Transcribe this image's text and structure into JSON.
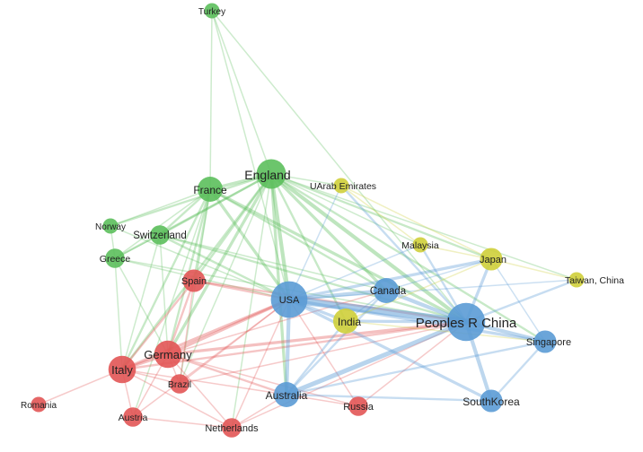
{
  "colors": {
    "green": "#5cbf5c",
    "red": "#e25555",
    "blue": "#5b9bd5",
    "yellow": "#cfcf3a",
    "purple": "#8a6fb8"
  },
  "nodes": [
    {
      "id": "turkey",
      "label": "Turkey",
      "cluster": "green",
      "weight": 1
    },
    {
      "id": "england",
      "label": "England",
      "cluster": "green",
      "weight": 6
    },
    {
      "id": "france",
      "label": "France",
      "cluster": "green",
      "weight": 4
    },
    {
      "id": "norway",
      "label": "Norway",
      "cluster": "green",
      "weight": 1
    },
    {
      "id": "switzerland",
      "label": "Switzerland",
      "cluster": "green",
      "weight": 2
    },
    {
      "id": "greece",
      "label": "Greece",
      "cluster": "green",
      "weight": 2
    },
    {
      "id": "uae",
      "label": "UArab Emirates",
      "cluster": "yellow",
      "weight": 1
    },
    {
      "id": "malaysia",
      "label": "Malaysia",
      "cluster": "yellow",
      "weight": 1
    },
    {
      "id": "japan",
      "label": "Japan",
      "cluster": "yellow",
      "weight": 3
    },
    {
      "id": "taiwan",
      "label": "Taiwan, China",
      "cluster": "yellow",
      "weight": 1
    },
    {
      "id": "india",
      "label": "India",
      "cluster": "yellow",
      "weight": 4
    },
    {
      "id": "spain",
      "label": "Spain",
      "cluster": "red",
      "weight": 3
    },
    {
      "id": "italy",
      "label": "Italy",
      "cluster": "red",
      "weight": 5
    },
    {
      "id": "germany",
      "label": "Germany",
      "cluster": "red",
      "weight": 5
    },
    {
      "id": "brazil",
      "label": "Brazil",
      "cluster": "red",
      "weight": 2
    },
    {
      "id": "romania",
      "label": "Romania",
      "cluster": "red",
      "weight": 1
    },
    {
      "id": "austria",
      "label": "Austria",
      "cluster": "red",
      "weight": 2
    },
    {
      "id": "netherlands",
      "label": "Netherlands",
      "cluster": "red",
      "weight": 2
    },
    {
      "id": "russia",
      "label": "Russia",
      "cluster": "red",
      "weight": 2
    },
    {
      "id": "usa",
      "label": "USA",
      "cluster": "blue",
      "weight": 10
    },
    {
      "id": "china",
      "label": "Peoples R China",
      "cluster": "blue",
      "weight": 11
    },
    {
      "id": "canada",
      "label": "Canada",
      "cluster": "blue",
      "weight": 4
    },
    {
      "id": "singapore",
      "label": "Singapore",
      "cluster": "blue",
      "weight": 3
    },
    {
      "id": "australia",
      "label": "Australia",
      "cluster": "blue",
      "weight": 4
    },
    {
      "id": "southkorea",
      "label": "SouthKorea",
      "cluster": "blue",
      "weight": 3
    }
  ],
  "edges": [
    [
      "turkey",
      "england",
      1
    ],
    [
      "turkey",
      "france",
      1
    ],
    [
      "turkey",
      "usa",
      1
    ],
    [
      "turkey",
      "china",
      1
    ],
    [
      "england",
      "france",
      3
    ],
    [
      "england",
      "switzerland",
      2
    ],
    [
      "england",
      "norway",
      2
    ],
    [
      "england",
      "greece",
      2
    ],
    [
      "england",
      "spain",
      2
    ],
    [
      "england",
      "italy",
      2
    ],
    [
      "england",
      "germany",
      3
    ],
    [
      "england",
      "usa",
      4
    ],
    [
      "england",
      "china",
      4
    ],
    [
      "england",
      "canada",
      3
    ],
    [
      "england",
      "australia",
      3
    ],
    [
      "england",
      "india",
      2
    ],
    [
      "england",
      "japan",
      2
    ],
    [
      "england",
      "singapore",
      2
    ],
    [
      "england",
      "uae",
      1
    ],
    [
      "england",
      "malaysia",
      1
    ],
    [
      "england",
      "taiwan",
      1
    ],
    [
      "england",
      "netherlands",
      1
    ],
    [
      "england",
      "brazil",
      1
    ],
    [
      "france",
      "switzerland",
      2
    ],
    [
      "france",
      "norway",
      1
    ],
    [
      "france",
      "greece",
      1
    ],
    [
      "france",
      "spain",
      2
    ],
    [
      "france",
      "italy",
      2
    ],
    [
      "france",
      "germany",
      2
    ],
    [
      "france",
      "usa",
      3
    ],
    [
      "france",
      "china",
      3
    ],
    [
      "france",
      "canada",
      2
    ],
    [
      "france",
      "austria",
      1
    ],
    [
      "france",
      "brazil",
      1
    ],
    [
      "switzerland",
      "greece",
      1
    ],
    [
      "switzerland",
      "italy",
      1
    ],
    [
      "switzerland",
      "germany",
      1
    ],
    [
      "switzerland",
      "usa",
      2
    ],
    [
      "switzerland",
      "china",
      2
    ],
    [
      "switzerland",
      "canada",
      1
    ],
    [
      "norway",
      "greece",
      1
    ],
    [
      "norway",
      "usa",
      1
    ],
    [
      "greece",
      "italy",
      1
    ],
    [
      "greece",
      "germany",
      1
    ],
    [
      "greece",
      "usa",
      1
    ],
    [
      "greece",
      "china",
      1
    ],
    [
      "spain",
      "italy",
      2
    ],
    [
      "spain",
      "germany",
      2
    ],
    [
      "spain",
      "usa",
      2
    ],
    [
      "spain",
      "china",
      2
    ],
    [
      "spain",
      "brazil",
      1
    ],
    [
      "italy",
      "germany",
      3
    ],
    [
      "italy",
      "romania",
      1
    ],
    [
      "italy",
      "austria",
      1
    ],
    [
      "italy",
      "usa",
      3
    ],
    [
      "italy",
      "china",
      2
    ],
    [
      "italy",
      "australia",
      1
    ],
    [
      "italy",
      "brazil",
      1
    ],
    [
      "italy",
      "netherlands",
      1
    ],
    [
      "germany",
      "brazil",
      1
    ],
    [
      "germany",
      "austria",
      1
    ],
    [
      "germany",
      "netherlands",
      1
    ],
    [
      "germany",
      "usa",
      3
    ],
    [
      "germany",
      "china",
      3
    ],
    [
      "germany",
      "australia",
      2
    ],
    [
      "germany",
      "russia",
      1
    ],
    [
      "germany",
      "canada",
      1
    ],
    [
      "brazil",
      "usa",
      1
    ],
    [
      "brazil",
      "china",
      1
    ],
    [
      "austria",
      "usa",
      1
    ],
    [
      "austria",
      "netherlands",
      1
    ],
    [
      "netherlands",
      "usa",
      1
    ],
    [
      "netherlands",
      "china",
      1
    ],
    [
      "netherlands",
      "australia",
      1
    ],
    [
      "russia",
      "usa",
      1
    ],
    [
      "russia",
      "china",
      1
    ],
    [
      "russia",
      "australia",
      1
    ],
    [
      "usa",
      "china",
      8
    ],
    [
      "usa",
      "canada",
      4
    ],
    [
      "usa",
      "australia",
      4
    ],
    [
      "usa",
      "india",
      3
    ],
    [
      "usa",
      "japan",
      3
    ],
    [
      "usa",
      "singapore",
      3
    ],
    [
      "usa",
      "southkorea",
      3
    ],
    [
      "usa",
      "uae",
      1
    ],
    [
      "usa",
      "malaysia",
      1
    ],
    [
      "usa",
      "taiwan",
      1
    ],
    [
      "china",
      "canada",
      4
    ],
    [
      "china",
      "australia",
      5
    ],
    [
      "china",
      "singapore",
      4
    ],
    [
      "china",
      "southkorea",
      4
    ],
    [
      "china",
      "japan",
      3
    ],
    [
      "china",
      "india",
      3
    ],
    [
      "china",
      "malaysia",
      2
    ],
    [
      "china",
      "taiwan",
      2
    ],
    [
      "china",
      "uae",
      2
    ],
    [
      "canada",
      "australia",
      2
    ],
    [
      "canada",
      "india",
      1
    ],
    [
      "canada",
      "japan",
      1
    ],
    [
      "australia",
      "southkorea",
      2
    ],
    [
      "australia",
      "singapore",
      2
    ],
    [
      "australia",
      "india",
      2
    ],
    [
      "singapore",
      "southkorea",
      2
    ],
    [
      "singapore",
      "japan",
      1
    ],
    [
      "japan",
      "taiwan",
      1
    ],
    [
      "japan",
      "malaysia",
      1
    ],
    [
      "uae",
      "malaysia",
      1
    ],
    [
      "uae",
      "japan",
      1
    ],
    [
      "india",
      "japan",
      1
    ],
    [
      "india",
      "singapore",
      1
    ]
  ]
}
